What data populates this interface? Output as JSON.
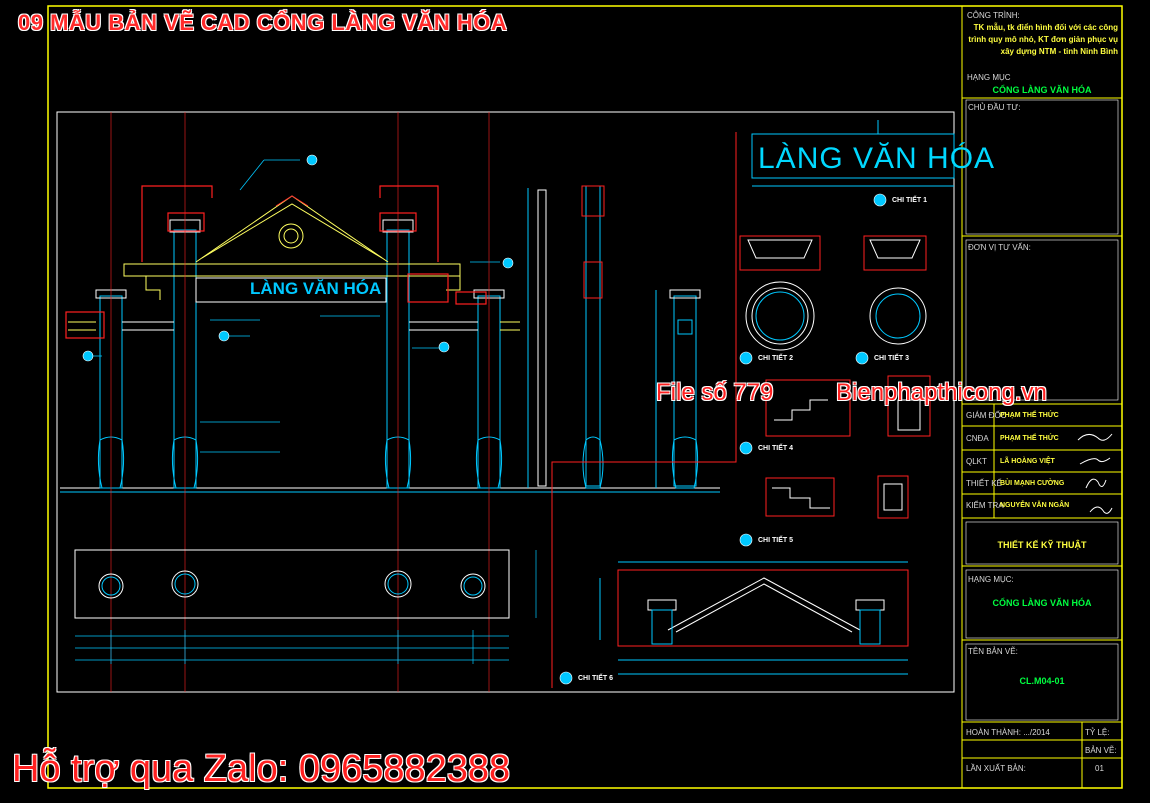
{
  "banners": {
    "title": "09 MẪU BẢN VẼ CAD CỔNG LÀNG VĂN HÓA",
    "file_label": "File số 779",
    "site": "Bienphapthicong.vn",
    "support": "Hỗ trợ qua Zalo: 0965882388"
  },
  "drawing": {
    "gate_sign": "LÀNG VĂN HÓA",
    "big_sign": "LÀNG VĂN HÓA",
    "details": [
      "CHI TIẾT 1",
      "CHI TIẾT 2",
      "CHI TIẾT 3",
      "CHI TIẾT 4",
      "CHI TIẾT 5",
      "CHI TIẾT 6"
    ]
  },
  "title_block": {
    "project_label": "CÔNG TRÌNH:",
    "project_text": "TK mẫu, tk điển hình đối với các công trình quy mô nhỏ, KT đơn giản phục vụ xây dựng NTM - tỉnh Ninh Bình",
    "item_label": "HẠNG MỤC",
    "item_value": "CỔNG LÀNG VĂN HÓA",
    "owner_label": "CHỦ ĐẦU TƯ:",
    "consult_label": "ĐƠN VỊ TƯ VẤN:",
    "roles": [
      {
        "role": "GIÁM ĐỐC",
        "name": "PHẠM THẾ THỨC"
      },
      {
        "role": "CNĐA",
        "name": "PHẠM THẾ THỨC"
      },
      {
        "role": "QLKT",
        "name": "LÃ HOÀNG VIỆT"
      },
      {
        "role": "THIẾT KẾ",
        "name": "BÙI MẠNH CƯỜNG"
      },
      {
        "role": "KIỂM TRA",
        "name": "NGUYỄN VĂN NGÂN"
      }
    ],
    "design_stage": "THIẾT KẾ KỸ THUẬT",
    "item_label2": "HẠNG MỤC:",
    "item_value2": "CỔNG LÀNG VĂN HÓA",
    "drawing_name_label": "TÊN BẢN VẼ:",
    "drawing_code": "CL.M04-01",
    "completed": "HOÀN THÀNH: .../2014",
    "scale_label": "TỶ LỆ:",
    "sheet_label": "BẢN VẼ:",
    "issue_label": "LẦN XUẤT BẢN:",
    "issue_value": "01"
  },
  "colors": {
    "background": "#000000",
    "frame": "#ffff00",
    "outline": "#ffffff",
    "accent_cyan": "#00d8ff",
    "detail_red": "#ff2020",
    "text_green": "#00ff40"
  }
}
